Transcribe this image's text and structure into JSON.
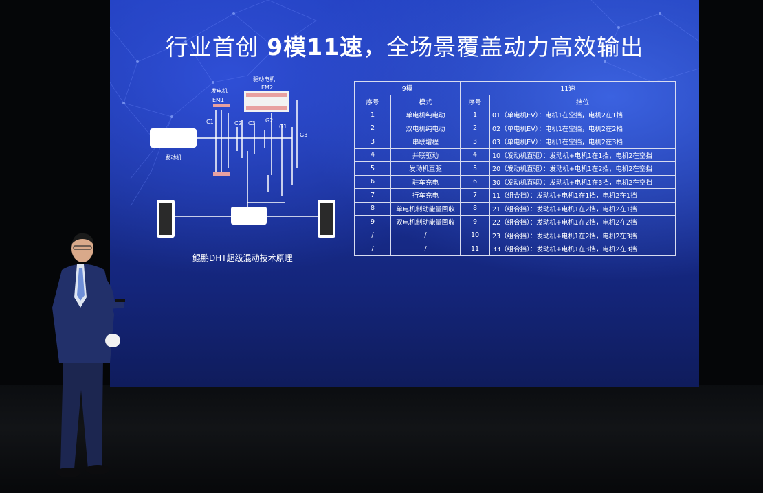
{
  "slide": {
    "title_part1": "行业首创",
    "title_strong": "9模11速",
    "title_part2": "，全场景覆盖动力高效输出",
    "diagram_caption": "鲲鹏DHT超级混动技术原理",
    "diagram_labels": {
      "drive_motor": "驱动电机",
      "em2": "EM2",
      "generator": "发电机",
      "em1": "EM1",
      "engine": "发动机",
      "c1": "C1",
      "c2": "C2",
      "c3": "C3",
      "g1": "G1",
      "g2": "G2",
      "g3": "G3"
    },
    "table": {
      "group_headers": [
        "9模",
        "11速"
      ],
      "columns": [
        "序号",
        "模式",
        "序号",
        "挡位"
      ],
      "rows": [
        [
          "1",
          "单电机纯电动",
          "1",
          "01（单电机EV）：电机1在空挡，电机2在1挡"
        ],
        [
          "2",
          "双电机纯电动",
          "2",
          "02（单电机EV）：电机1在空挡，电机2在2挡"
        ],
        [
          "3",
          "串联增程",
          "3",
          "03（单电机EV）：电机1在空挡，电机2在3挡"
        ],
        [
          "4",
          "并联驱动",
          "4",
          "10（发动机直驱）：发动机+电机1在1挡，电机2在空挡"
        ],
        [
          "5",
          "发动机直驱",
          "5",
          "20（发动机直驱）：发动机+电机1在2挡，电机2在空挡"
        ],
        [
          "6",
          "驻车充电",
          "6",
          "30（发动机直驱）：发动机+电机1在3挡，电机2在空挡"
        ],
        [
          "7",
          "行车充电",
          "7",
          "11（组合挡）：发动机+电机1在1挡，电机2在1挡"
        ],
        [
          "8",
          "单电机制动能量回收",
          "8",
          "21（组合挡）：发动机+电机1在2挡，电机2在1挡"
        ],
        [
          "9",
          "双电机制动能量回收",
          "9",
          "22（组合挡）：发动机+电机1在2挡，电机2在2挡"
        ],
        [
          "/",
          "/",
          "10",
          "23（组合挡）：发动机+电机1在2挡，电机2在3挡"
        ],
        [
          "/",
          "/",
          "11",
          "33（组合挡）：发动机+电机1在3挡，电机2在3挡"
        ]
      ]
    }
  },
  "colors": {
    "screen_blue": "#1d3bb8",
    "motor_pink": "#e8a0a0",
    "suit_navy": "#1c2650"
  }
}
